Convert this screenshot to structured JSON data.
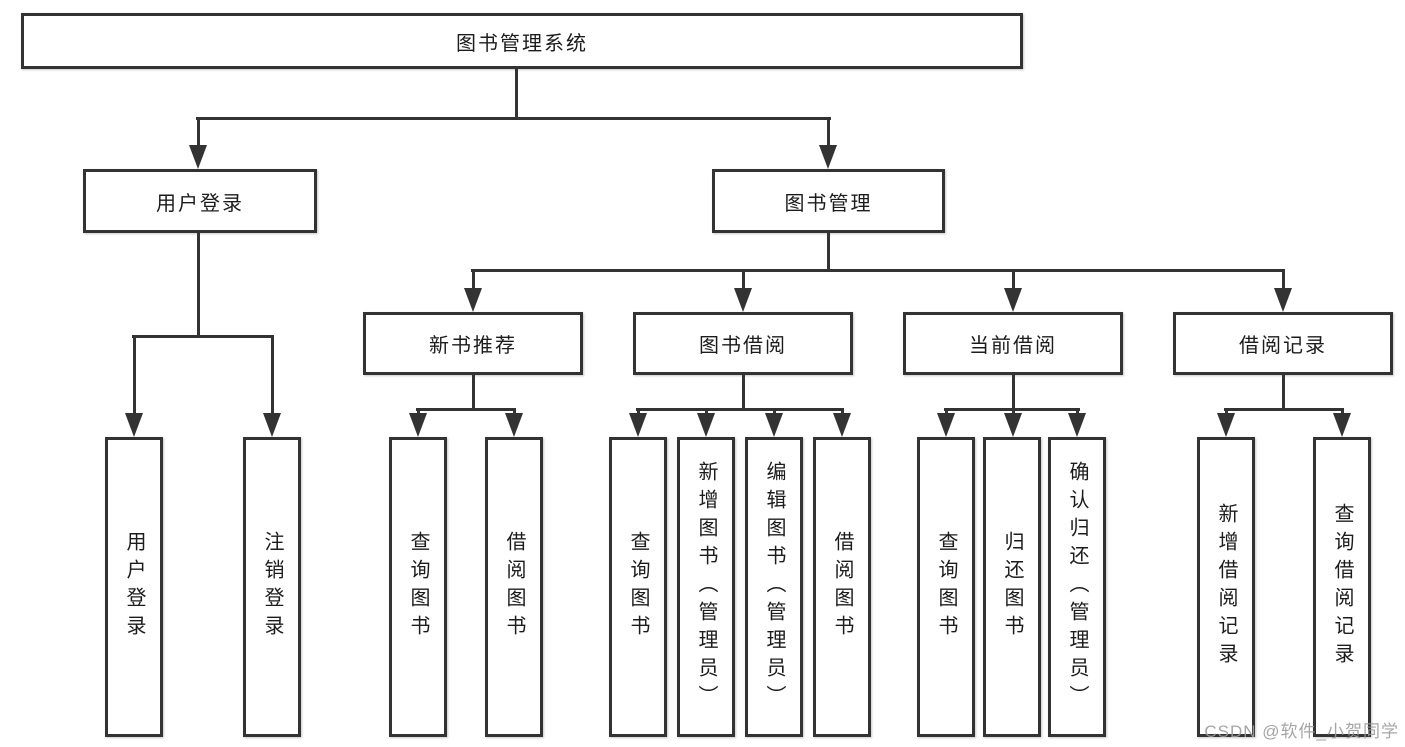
{
  "colors": {
    "line": "#333333",
    "text": "#1c1c1c",
    "watermark": "#9c9c9c",
    "background": "#ffffff"
  },
  "watermark": {
    "text": "CSDN @软件_小贺同学"
  },
  "tree": {
    "root": {
      "label": "图书管理系统"
    },
    "branches": [
      {
        "label": "用户登录",
        "leaves": [
          {
            "label": "用户登录"
          },
          {
            "label": "注销登录"
          }
        ]
      },
      {
        "label": "图书管理",
        "groups": [
          {
            "label": "新书推荐",
            "leaves": [
              {
                "label": "查询图书"
              },
              {
                "label": "借阅图书"
              }
            ]
          },
          {
            "label": "图书借阅",
            "leaves": [
              {
                "label": "查询图书"
              },
              {
                "label": "新增图书（管理员）"
              },
              {
                "label": "编辑图书（管理员）"
              },
              {
                "label": "借阅图书"
              }
            ]
          },
          {
            "label": "当前借阅",
            "leaves": [
              {
                "label": "查询图书"
              },
              {
                "label": "归还图书"
              },
              {
                "label": "确认归还（管理员）"
              }
            ]
          },
          {
            "label": "借阅记录",
            "leaves": [
              {
                "label": "新增借阅记录"
              },
              {
                "label": "查询借阅记录"
              }
            ]
          }
        ]
      }
    ]
  }
}
